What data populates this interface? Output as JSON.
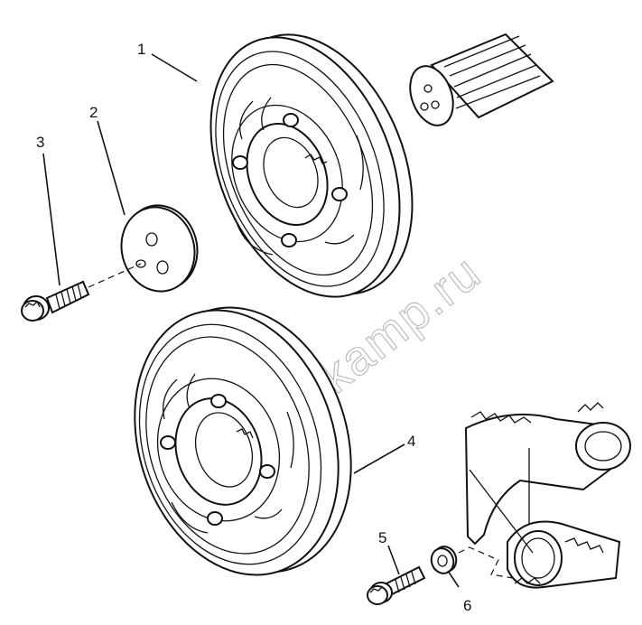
{
  "watermark": "tractorpkamp.ru",
  "callouts": {
    "c1": "1",
    "c2": "2",
    "c3": "3",
    "c4": "4",
    "c5": "5",
    "c6": "6"
  }
}
